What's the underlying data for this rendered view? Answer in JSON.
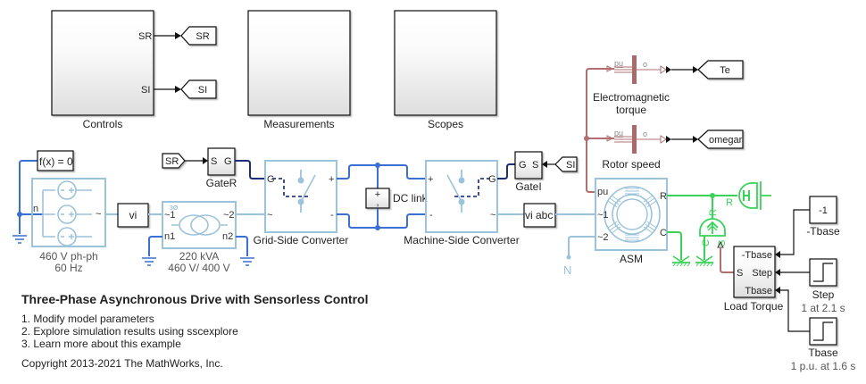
{
  "model": {
    "title": "Three-Phase Asynchronous Drive with Sensorless Control",
    "links": [
      "1. Modify model parameters",
      "2. Explore simulation results using sscexplore",
      "3. Learn more about this example"
    ],
    "copyright": "Copyright 2013-2021 The MathWorks, Inc."
  },
  "subsystems": {
    "controls": {
      "label": "Controls",
      "ports": [
        "SR",
        "SI"
      ]
    },
    "measurements": {
      "label": "Measurements"
    },
    "scopes": {
      "label": "Scopes"
    }
  },
  "goto_tags": {
    "sr": "SR",
    "si": "SI",
    "te": "Te",
    "omegar": "omegar"
  },
  "from_tags": {
    "sr": "SR",
    "si": "SI"
  },
  "source": {
    "solver_label": "f(x) = 0",
    "neutral_port": "n",
    "ac_symbol": "~",
    "label_line1": "460 V ph-ph",
    "label_line2": "60 Hz"
  },
  "vi_block": {
    "label": "vi"
  },
  "transformer": {
    "symbol": "3Ø",
    "ports": [
      "~1",
      "~2",
      "n1",
      "n2"
    ],
    "label_line1": "220 kVA",
    "label_line2": "460 V/ 400 V"
  },
  "gate_r": {
    "label": "GateR",
    "port_in": "S",
    "port_out": "G"
  },
  "gate_i": {
    "label": "GateI",
    "port_in": "S",
    "port_out": "G"
  },
  "grid_converter": {
    "label": "Grid-Side Converter",
    "ports": [
      "G",
      "+",
      "~",
      "-"
    ]
  },
  "machine_converter": {
    "label": "Machine-Side Converter",
    "ports": [
      "+",
      "G",
      "-",
      "~"
    ]
  },
  "dc_link": {
    "label": "DC link",
    "plus": "+",
    "minus": ","
  },
  "vi_abc": {
    "label": "vi abc"
  },
  "asm": {
    "label": "ASM",
    "ports": [
      "pu",
      "~1",
      "~2",
      "R",
      "C"
    ]
  },
  "neutral": {
    "label": "N"
  },
  "ps_converters": [
    {
      "label_line1": "Electromagnetic",
      "label_line2": "torque",
      "in": "pu",
      "out": "o"
    },
    {
      "label_line1": "Rotor speed",
      "label_line2": "",
      "in": "pu",
      "out": "o"
    }
  ],
  "mechanical": {
    "inertia_port": "R",
    "torque_source_ports": [
      "R",
      "C",
      "S"
    ]
  },
  "load_torque": {
    "label": "Load Torque",
    "ports": [
      "-Tbase",
      "Step",
      "Tbase"
    ],
    "out_port": "S"
  },
  "gain": {
    "value": "-1",
    "label": "-Tbase"
  },
  "step": {
    "label": "Step",
    "sublabel": "1 at 2.1 s"
  },
  "tbase": {
    "label": "Tbase",
    "sublabel": "1 p.u. at 1.6 s"
  }
}
